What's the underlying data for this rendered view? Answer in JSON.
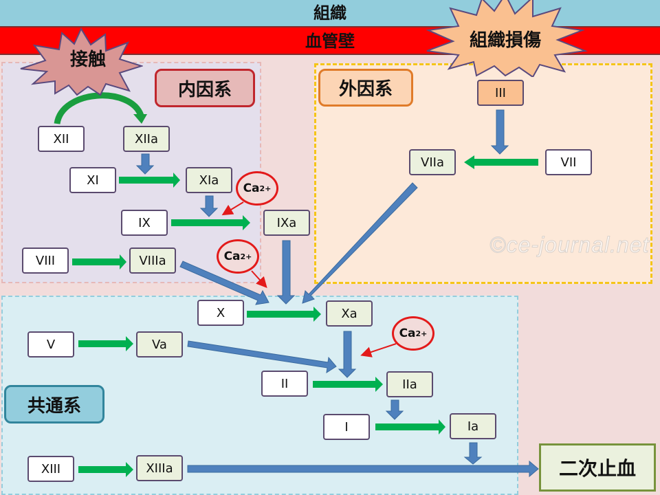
{
  "bands": {
    "tissue": "組織",
    "vessel_wall": "血管壁"
  },
  "triggers": {
    "contact": "接触",
    "tissue_injury": "組織損傷"
  },
  "pathways": {
    "intrinsic": "内因系",
    "extrinsic": "外因系",
    "common": "共通系",
    "secondary_hemostasis": "二次止血"
  },
  "factors": {
    "XII": "XII",
    "XIIa": "XIIa",
    "XI": "XI",
    "XIa": "XIa",
    "IX": "IX",
    "IXa": "IXa",
    "VIII": "VIII",
    "VIIIa": "VIIIa",
    "III": "III",
    "VII": "VII",
    "VIIa": "VIIa",
    "X": "X",
    "Xa": "Xa",
    "V": "V",
    "Va": "Va",
    "II": "II",
    "IIa": "IIa",
    "I": "I",
    "Ia": "Ia",
    "XIII": "XIII",
    "XIIIa": "XIIIa"
  },
  "calcium": {
    "base": "Ca",
    "charge": "2+"
  },
  "watermark": "©ce-journal.net",
  "colors": {
    "tissue_band": "#92cddc",
    "vessel_band": "#ff0000",
    "activation_arrow": "#00b050",
    "catalysis_arrow": "#4f81bd",
    "calcium_arrow": "#e31a1a"
  }
}
